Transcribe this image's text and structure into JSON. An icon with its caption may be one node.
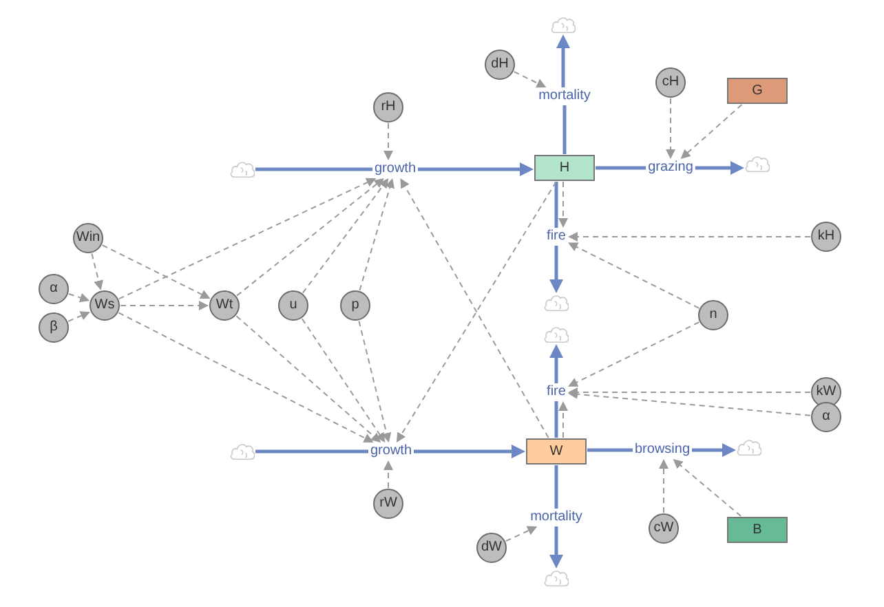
{
  "diagram": {
    "nodes": [
      {
        "text": [],
        "shape": "cloud"
      },
      {
        "text": [
          "dH"
        ]
      },
      {
        "text": [
          "mortality"
        ]
      },
      {
        "text": [
          "cH"
        ]
      },
      {
        "text": [
          "G"
        ]
      },
      {
        "text": [
          "rH"
        ]
      },
      {
        "text": [],
        "shape": "cloud"
      },
      {
        "text": [
          "growth"
        ]
      },
      {
        "text": [
          "H"
        ]
      },
      {
        "text": [
          "grazing"
        ]
      },
      {
        "text": [],
        "shape": "cloud"
      },
      {
        "text": [
          "Win"
        ]
      },
      {
        "text": [
          "fire"
        ]
      },
      {
        "text": [
          "kH"
        ]
      },
      {
        "text": [
          "α"
        ]
      },
      {
        "text": [
          "Ws"
        ]
      },
      {
        "text": [
          "Wt"
        ]
      },
      {
        "text": [
          "u"
        ]
      },
      {
        "text": [
          "p"
        ]
      },
      {
        "text": [],
        "shape": "cloud"
      },
      {
        "text": [
          "n"
        ]
      },
      {
        "text": [
          "β"
        ]
      },
      {
        "text": [],
        "shape": "cloud"
      },
      {
        "text": [
          "fire"
        ]
      },
      {
        "text": [
          "kW"
        ]
      },
      {
        "text": [
          "α"
        ]
      },
      {
        "text": [],
        "shape": "cloud"
      },
      {
        "text": [
          "growth"
        ]
      },
      {
        "text": [
          "W"
        ]
      },
      {
        "text": [
          "browsing"
        ]
      },
      {
        "text": [],
        "shape": "cloud"
      },
      {
        "text": [
          "rW"
        ]
      },
      {
        "text": [
          "mortality"
        ]
      },
      {
        "text": [
          "cW"
        ]
      },
      {
        "text": [
          "B"
        ]
      },
      {
        "text": [
          "dW"
        ]
      },
      {
        "text": [],
        "shape": "cloud"
      }
    ],
    "edges": [
      {
        "from": 6,
        "to": 7,
        "arrow": "none",
        "style": "thick",
        "color": "#6d87c4"
      },
      {
        "from": 7,
        "to": 8,
        "arrow": "to",
        "style": "thick",
        "color": "#6d87c4"
      },
      {
        "from": 8,
        "to": 2,
        "arrow": "none",
        "style": "thick",
        "color": "#6d87c4"
      },
      {
        "from": 2,
        "to": 0,
        "arrow": "to",
        "style": "thick",
        "color": "#6d87c4"
      },
      {
        "from": 8,
        "to": 9,
        "arrow": "none",
        "style": "thick",
        "color": "#6d87c4"
      },
      {
        "from": 9,
        "to": 10,
        "arrow": "to",
        "style": "thick",
        "color": "#6d87c4"
      },
      {
        "from": 8,
        "to": 12,
        "arrow": "none",
        "style": "thick",
        "color": "#6d87c4"
      },
      {
        "from": 12,
        "to": 19,
        "arrow": "to",
        "style": "thick",
        "color": "#6d87c4"
      },
      {
        "from": 28,
        "to": 23,
        "arrow": "none",
        "style": "thick",
        "color": "#6d87c4"
      },
      {
        "from": 23,
        "to": 22,
        "arrow": "to",
        "style": "thick",
        "color": "#6d87c4"
      },
      {
        "from": 26,
        "to": 27,
        "arrow": "none",
        "style": "thick",
        "color": "#6d87c4"
      },
      {
        "from": 27,
        "to": 28,
        "arrow": "to",
        "style": "thick",
        "color": "#6d87c4"
      },
      {
        "from": 28,
        "to": 29,
        "arrow": "none",
        "style": "thick",
        "color": "#6d87c4"
      },
      {
        "from": 29,
        "to": 30,
        "arrow": "to",
        "style": "thick",
        "color": "#6d87c4"
      },
      {
        "from": 28,
        "to": 32,
        "arrow": "none",
        "style": "thick",
        "color": "#6d87c4"
      },
      {
        "from": 32,
        "to": 36,
        "arrow": "to",
        "style": "thick",
        "color": "#6d87c4"
      },
      {
        "from": 5,
        "to": 7,
        "arrow": "to",
        "style": "dashed"
      },
      {
        "from": 1,
        "to": 2,
        "arrow": "to",
        "style": "dashed"
      },
      {
        "from": 3,
        "to": 9,
        "arrow": "to",
        "style": "dashed"
      },
      {
        "from": 4,
        "to": 9,
        "arrow": "to",
        "style": "dashed"
      },
      {
        "from": 13,
        "to": 12,
        "arrow": "to",
        "style": "dashed"
      },
      {
        "from": 20,
        "to": 12,
        "arrow": "to",
        "style": "dashed"
      },
      {
        "from": 8,
        "to": 12,
        "arrow": "to",
        "style": "dashed"
      },
      {
        "from": 11,
        "to": 15,
        "arrow": "to",
        "style": "dashed"
      },
      {
        "from": 11,
        "to": 16,
        "arrow": "to",
        "style": "dashed"
      },
      {
        "from": 14,
        "to": 15,
        "arrow": "to",
        "style": "dashed"
      },
      {
        "from": 21,
        "to": 15,
        "arrow": "to",
        "style": "dashed"
      },
      {
        "from": 15,
        "to": 16,
        "arrow": "to",
        "style": "dashed"
      },
      {
        "from": 15,
        "to": 7,
        "arrow": "to",
        "style": "dashed"
      },
      {
        "from": 16,
        "to": 7,
        "arrow": "to",
        "style": "dashed"
      },
      {
        "from": 17,
        "to": 7,
        "arrow": "to",
        "style": "dashed"
      },
      {
        "from": 18,
        "to": 7,
        "arrow": "to",
        "style": "dashed"
      },
      {
        "from": 28,
        "to": 7,
        "arrow": "to",
        "style": "dashed"
      },
      {
        "from": 15,
        "to": 27,
        "arrow": "to",
        "style": "dashed"
      },
      {
        "from": 16,
        "to": 27,
        "arrow": "to",
        "style": "dashed"
      },
      {
        "from": 17,
        "to": 27,
        "arrow": "to",
        "style": "dashed"
      },
      {
        "from": 18,
        "to": 27,
        "arrow": "to",
        "style": "dashed"
      },
      {
        "from": 8,
        "to": 27,
        "arrow": "to",
        "style": "dashed"
      },
      {
        "from": 20,
        "to": 23,
        "arrow": "to",
        "style": "dashed"
      },
      {
        "from": 24,
        "to": 23,
        "arrow": "to",
        "style": "dashed"
      },
      {
        "from": 25,
        "to": 23,
        "arrow": "to",
        "style": "dashed"
      },
      {
        "from": 28,
        "to": 23,
        "arrow": "to",
        "style": "dashed"
      },
      {
        "from": 31,
        "to": 27,
        "arrow": "to",
        "style": "dashed"
      },
      {
        "from": 33,
        "to": 29,
        "arrow": "to",
        "style": "dashed"
      },
      {
        "from": 34,
        "to": 29,
        "arrow": "to",
        "style": "dashed"
      },
      {
        "from": 35,
        "to": 32,
        "arrow": "to",
        "style": "dashed"
      }
    ]
  }
}
